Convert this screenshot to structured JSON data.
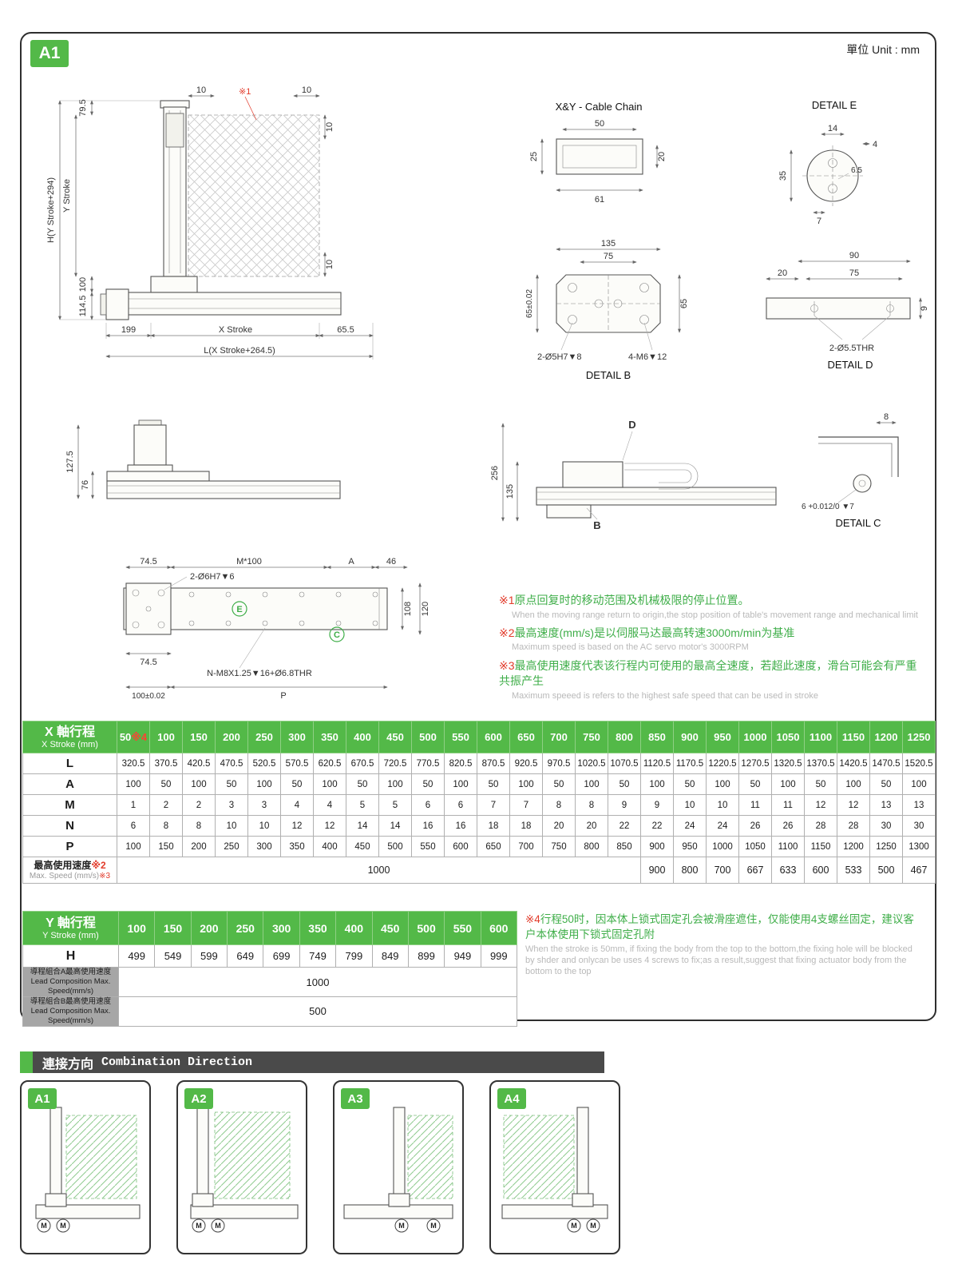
{
  "page": {
    "badge": "A1",
    "unit_label": "單位 Unit : mm"
  },
  "drawings": {
    "front_view": {
      "dim_79_5": "79.5",
      "dim_y_stroke": "Y Stroke",
      "dim_h": "H(Y Stroke+294)",
      "dim_100": "100",
      "dim_114_5": "114.5",
      "dim_10_a": "10",
      "dim_10_b": "10",
      "dim_10_c": "10",
      "dim_10_d": "10",
      "note_mark": "※1",
      "dim_199": "199",
      "dim_x_stroke": "X Stroke",
      "dim_65_5": "65.5",
      "dim_l": "L(X Stroke+264.5)"
    },
    "cable_chain": {
      "title": "X&Y - Cable Chain",
      "dim_50": "50",
      "dim_25": "25",
      "dim_20": "20",
      "dim_61": "61"
    },
    "detail_e": {
      "title": "DETAIL E",
      "dim_14": "14",
      "dim_4": "4",
      "dim_35": "35",
      "dim_6_5": "6.5",
      "dim_7": "7"
    },
    "detail_b": {
      "title": "DETAIL B",
      "dim_135": "135",
      "dim_75": "75",
      "dim_65_tol": "65±0.02",
      "dim_65": "65",
      "label_holes_left": "2-Ø5H7▼8",
      "label_holes_right": "4-M6▼12"
    },
    "detail_d": {
      "title": "DETAIL D",
      "dim_90": "90",
      "dim_20": "20",
      "dim_75": "75",
      "dim_9": "9",
      "label_holes": "2-Ø5.5THR"
    },
    "side_view_front": {
      "dim_127_5": "127.5",
      "dim_76": "76"
    },
    "side_view_rear": {
      "dim_256": "256",
      "dim_135": "135",
      "callout_d": "D",
      "callout_b": "B"
    },
    "detail_c": {
      "title": "DETAIL C",
      "dim_8": "8",
      "dim_pin": "6 +0.012/0 ▼7"
    },
    "top_view": {
      "dim_74_5_top": "74.5",
      "dim_m100": "M*100",
      "dim_a": "A",
      "dim_46": "46",
      "label_holes_top": "2-Ø6H7▼6",
      "callout_e": "E",
      "callout_c": "C",
      "dim_108": "108",
      "dim_120": "120",
      "dim_74_5_bottom": "74.5",
      "label_holes_bottom": "N-M8X1.25▼16+Ø6.8THR",
      "dim_100_tol": "100±0.02",
      "dim_p": "P"
    }
  },
  "notes": [
    {
      "mark": "※1",
      "zh": "原点回复时的移动范围及机械极限的停止位置。",
      "en": "When the moving range return to origin,the stop position of table's movement range and mechanical limit"
    },
    {
      "mark": "※2",
      "zh": "最高速度(mm/s)是以伺服马达最高转速3000m/min为基准",
      "en": "Maximum speed is based on the AC servo motor's 3000RPM"
    },
    {
      "mark": "※3",
      "zh": "最高使用速度代表该行程内可使用的最高全速度，若超此速度，滑台可能会有严重共振产生",
      "en": "Maximum speeed is refers to the highest safe speed that can be used in stroke"
    }
  ],
  "x_table": {
    "header_zh": "X 軸行程",
    "header_en": "X Stroke (mm)",
    "first_col_mark": "※4",
    "col_headers": [
      "50",
      "100",
      "150",
      "200",
      "250",
      "300",
      "350",
      "400",
      "450",
      "500",
      "550",
      "600",
      "650",
      "700",
      "750",
      "800",
      "850",
      "900",
      "950",
      "1000",
      "1050",
      "1100",
      "1150",
      "1200",
      "1250"
    ],
    "rows": [
      {
        "label": "L",
        "values": [
          "320.5",
          "370.5",
          "420.5",
          "470.5",
          "520.5",
          "570.5",
          "620.5",
          "670.5",
          "720.5",
          "770.5",
          "820.5",
          "870.5",
          "920.5",
          "970.5",
          "1020.5",
          "1070.5",
          "1120.5",
          "1170.5",
          "1220.5",
          "1270.5",
          "1320.5",
          "1370.5",
          "1420.5",
          "1470.5",
          "1520.5"
        ]
      },
      {
        "label": "A",
        "values": [
          "100",
          "50",
          "100",
          "50",
          "100",
          "50",
          "100",
          "50",
          "100",
          "50",
          "100",
          "50",
          "100",
          "50",
          "100",
          "50",
          "100",
          "50",
          "100",
          "50",
          "100",
          "50",
          "100",
          "50",
          "100"
        ]
      },
      {
        "label": "M",
        "values": [
          "1",
          "2",
          "2",
          "3",
          "3",
          "4",
          "4",
          "5",
          "5",
          "6",
          "6",
          "7",
          "7",
          "8",
          "8",
          "9",
          "9",
          "10",
          "10",
          "11",
          "11",
          "12",
          "12",
          "13",
          "13"
        ]
      },
      {
        "label": "N",
        "values": [
          "6",
          "8",
          "8",
          "10",
          "10",
          "12",
          "12",
          "14",
          "14",
          "16",
          "16",
          "18",
          "18",
          "20",
          "20",
          "22",
          "22",
          "24",
          "24",
          "26",
          "26",
          "28",
          "28",
          "30",
          "30"
        ]
      },
      {
        "label": "P",
        "values": [
          "100",
          "150",
          "200",
          "250",
          "300",
          "350",
          "400",
          "450",
          "500",
          "550",
          "600",
          "650",
          "700",
          "750",
          "800",
          "850",
          "900",
          "950",
          "1000",
          "1050",
          "1100",
          "1150",
          "1200",
          "1250",
          "1300"
        ]
      }
    ],
    "speed_row": {
      "label_zh": "最高使用速度",
      "mark_zh": "※2",
      "label_en": "Max. Speed (mm/s)",
      "mark_en": "※3",
      "span_value": "1000",
      "span_count": 16,
      "tail_values": [
        "900",
        "800",
        "700",
        "667",
        "633",
        "600",
        "533",
        "500",
        "467"
      ]
    }
  },
  "y_table": {
    "header_zh": "Y 軸行程",
    "header_en": "Y Stroke (mm)",
    "col_headers": [
      "100",
      "150",
      "200",
      "250",
      "300",
      "350",
      "400",
      "450",
      "500",
      "550",
      "600"
    ],
    "rows": [
      {
        "label": "H",
        "values": [
          "499",
          "549",
          "599",
          "649",
          "699",
          "749",
          "799",
          "849",
          "899",
          "949",
          "999"
        ]
      }
    ],
    "speed_rows": [
      {
        "label_zh": "導程組合A最高使用速度",
        "label_en1": "Lead Composition Max.",
        "label_en2": "Speed(mm/s)",
        "value": "1000"
      },
      {
        "label_zh": "導程組合B最高使用速度",
        "label_en1": "Lead Composition Max.",
        "label_en2": "Speed(mm/s)",
        "value": "500"
      }
    ]
  },
  "note4": {
    "mark": "※4",
    "zh": "行程50时，因本体上锁式固定孔会被滑座遮住，仅能使用4支螺丝固定，建议客户本体使用下锁式固定孔附",
    "en": "When the stroke is 50mm, if fixing the body from the top to the bottom,the fixing hole will be blocked by shder and onlycan be uses 4 screws to fix;as a result,suggest that fixing actuator body from the bottom to the top"
  },
  "combination": {
    "title_zh": "連接方向",
    "title_en": "Combination Direction",
    "motor_label": "M",
    "items": [
      {
        "label": "A1"
      },
      {
        "label": "A2"
      },
      {
        "label": "A3"
      },
      {
        "label": "A4"
      }
    ]
  }
}
